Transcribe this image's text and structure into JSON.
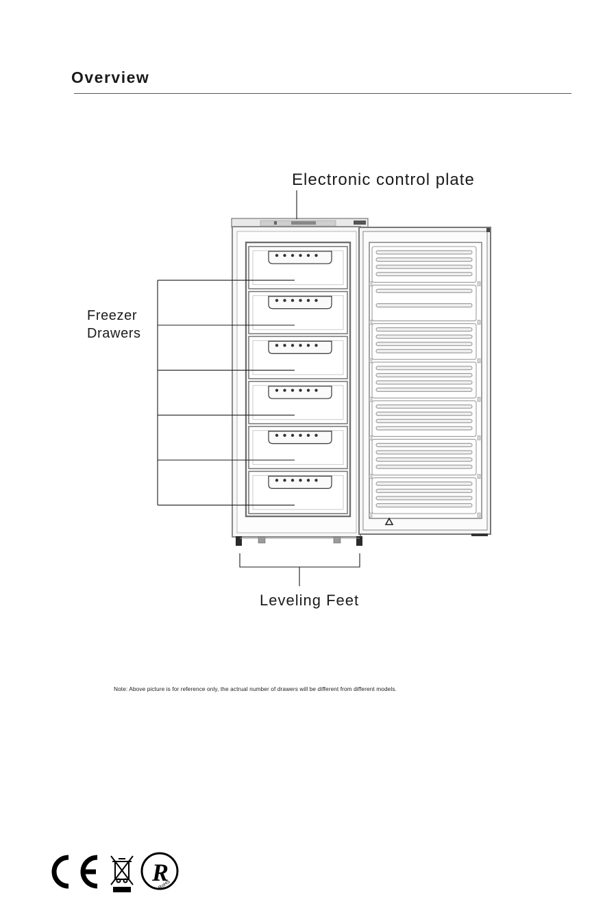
{
  "page": {
    "title": "Overview"
  },
  "labels": {
    "control_plate": "Electronic control plate",
    "freezer_line1": "Freezer",
    "freezer_line2": "Drawers",
    "leveling_feet": "Leveling Feet"
  },
  "note": "Note: Above picture is for reference only, the actrual number of drawers will be different  from different models.",
  "drawer_count": 6,
  "door_shelf_count": 7,
  "certification_marks": {
    "ce": "CE",
    "weee": "weee-crossed-bin-icon",
    "rohs_letter": "R",
    "rohs_text": "RoHS"
  },
  "colors": {
    "line": "#1a1a1a",
    "frame": "#8a8a8a",
    "panel": "#f2f2f2"
  }
}
